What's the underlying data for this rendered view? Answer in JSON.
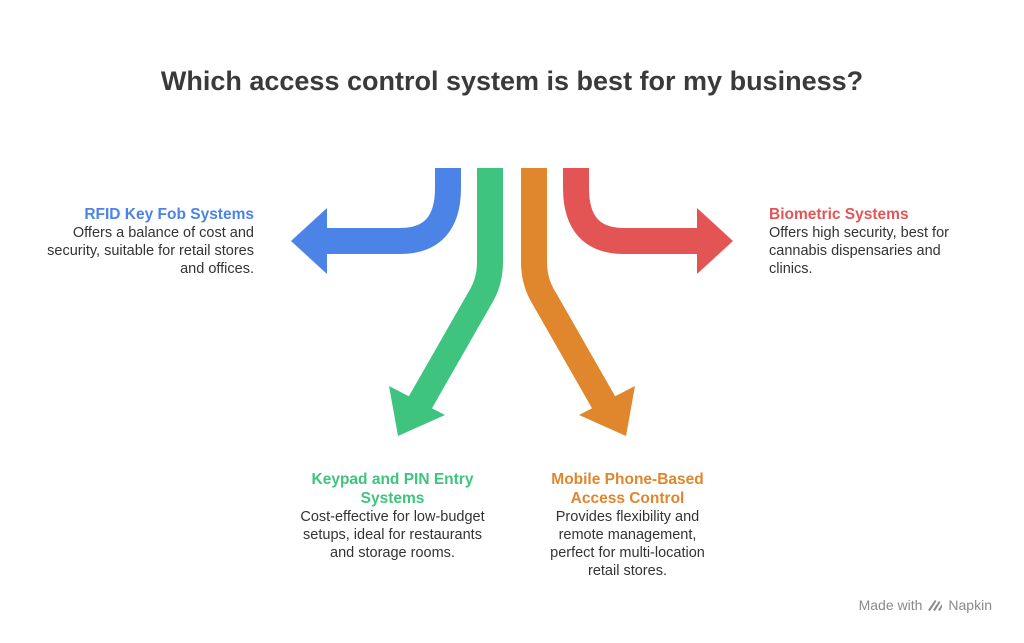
{
  "title": "Which access control system is best for my business?",
  "colors": {
    "rfid": "#4b84e6",
    "keypad": "#3ec47e",
    "mobile": "#e0862d",
    "biometric": "#e35555"
  },
  "options": {
    "rfid": {
      "title": "RFID Key Fob Systems",
      "description": "Offers a balance of cost and security, suitable for retail stores and offices."
    },
    "biometric": {
      "title": "Biometric Systems",
      "description": "Offers high security, best for cannabis dispensaries and clinics."
    },
    "keypad": {
      "title": "Keypad and PIN Entry Systems",
      "description": "Cost-effective for low-budget setups, ideal for restaurants and storage rooms."
    },
    "mobile": {
      "title": "Mobile Phone-Based Access Control",
      "description": "Provides flexibility and remote management, perfect for multi-location retail stores."
    }
  },
  "footer": {
    "made_with": "Made with",
    "brand": "Napkin",
    "icon": "napkin-logo-icon"
  }
}
